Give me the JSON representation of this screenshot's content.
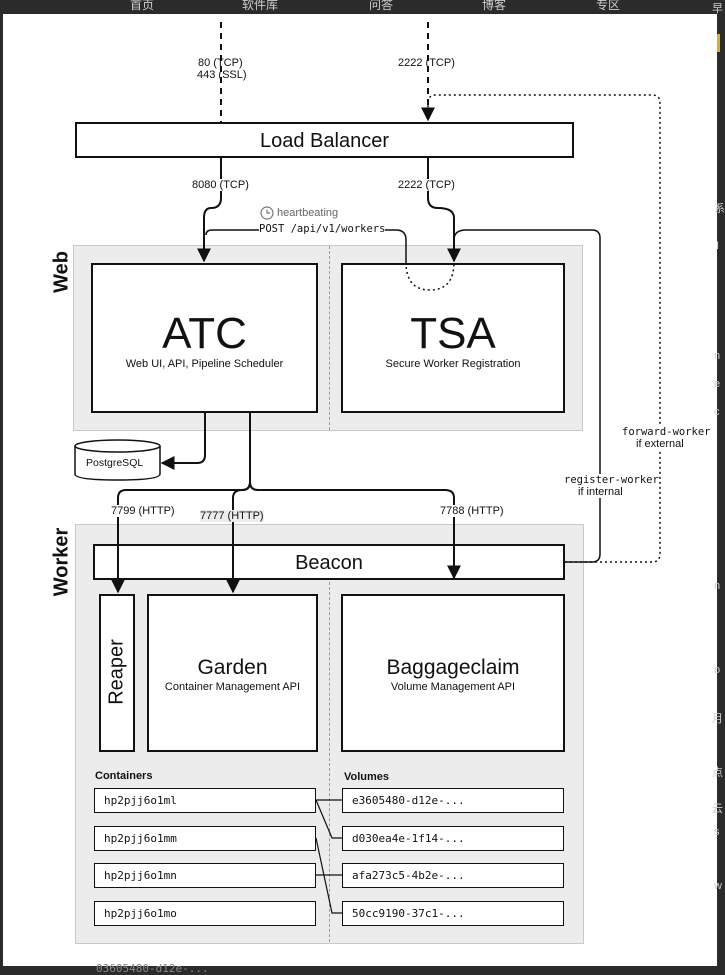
{
  "nav": [
    "首页",
    "软件库",
    "问答",
    "博客",
    "专区"
  ],
  "edges": {
    "right": [
      "早",
      "系",
      "I",
      "n",
      "e",
      "c",
      "n",
      "o",
      "月",
      "点",
      "云",
      "s",
      "w"
    ]
  },
  "bleed_text": "03605480-d12e-...",
  "inbound": {
    "web_ports": [
      "80 (TCP)",
      "443 (SSL)"
    ],
    "ssh_port": "2222 (TCP)"
  },
  "load_balancer": {
    "label": "Load Balancer"
  },
  "lb_out": {
    "atc_port": "8080 (TCP)",
    "tsa_port": "2222 (TCP)"
  },
  "heartbeat": {
    "label": "heartbeating",
    "endpoint": "POST /api/v1/workers"
  },
  "web": {
    "label": "Web",
    "atc": {
      "title": "ATC",
      "subtitle": "Web UI, API, Pipeline Scheduler"
    },
    "tsa": {
      "title": "TSA",
      "subtitle": "Secure Worker Registration"
    }
  },
  "postgres": {
    "label": "PostgreSQL"
  },
  "forward_worker": {
    "cmd": "forward-worker",
    "note": "if external"
  },
  "register_worker": {
    "cmd": "register-worker",
    "note": "if internal"
  },
  "worker_ports": {
    "reaper": "7799 (HTTP)",
    "garden": "7777 (HTTP)",
    "baggageclaim": "7788 (HTTP)"
  },
  "worker": {
    "label": "Worker",
    "beacon": "Beacon",
    "reaper": "Reaper",
    "garden": {
      "title": "Garden",
      "subtitle": "Container Management API"
    },
    "baggageclaim": {
      "title": "Baggageclaim",
      "subtitle": "Volume Management API"
    },
    "containers_label": "Containers",
    "volumes_label": "Volumes",
    "containers": [
      "hp2pjj6o1ml",
      "hp2pjj6o1mm",
      "hp2pjj6o1mn",
      "hp2pjj6o1mo"
    ],
    "volumes": [
      "e3605480-d12e-...",
      "d030ea4e-1f14-...",
      "afa273c5-4b2e-...",
      "50cc9190-37c1-..."
    ]
  }
}
